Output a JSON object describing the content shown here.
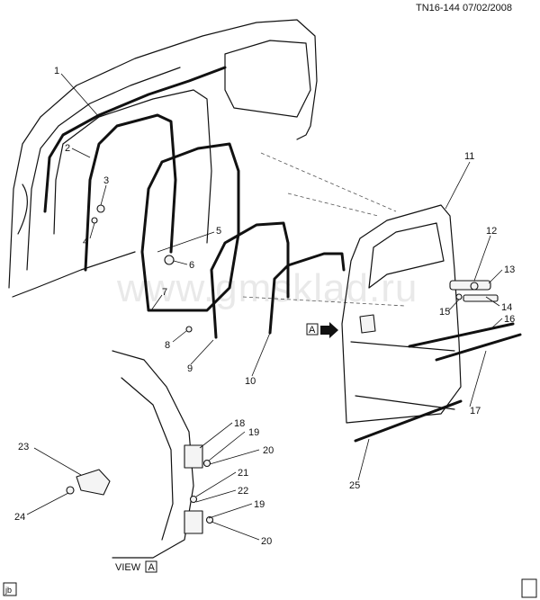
{
  "header": {
    "code": "TN16-144 07/02/2008"
  },
  "watermark": "www.gmsklad.ru",
  "corner_tag": "jb",
  "view_label": {
    "prefix": "VIEW",
    "letter": "A"
  },
  "view_marker": {
    "letter": "A"
  },
  "callouts": [
    "1",
    "2",
    "3",
    "4",
    "5",
    "6",
    "7",
    "8",
    "9",
    "10",
    "11",
    "12",
    "13",
    "14",
    "15",
    "16",
    "17",
    "18",
    "19",
    "20",
    "21",
    "22",
    "19",
    "20",
    "23",
    "24",
    "25"
  ]
}
